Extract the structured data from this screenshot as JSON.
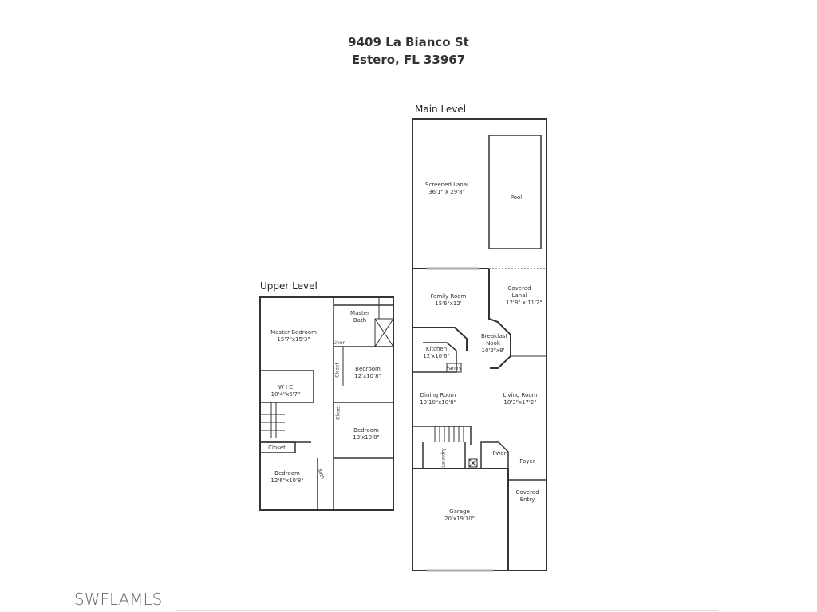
{
  "header": {
    "address_line1": "9409 La Bianco St",
    "address_line2": "Estero, FL 33967"
  },
  "main_level": {
    "label": "Main Level",
    "rooms": [
      {
        "name": "Screened Lanai",
        "size": "36'1\" x 29'8\""
      },
      {
        "name": "Pool",
        "size": ""
      },
      {
        "name": "Family Room",
        "size": "15'6\"x12'"
      },
      {
        "name": "Covered Lanai",
        "size": "12'8\" x 11'2\""
      },
      {
        "name": "Breakfast Nook",
        "size": "10'2\"x8'"
      },
      {
        "name": "Kitchen",
        "size": "12'x10'6\""
      },
      {
        "name": "Pantry",
        "size": ""
      },
      {
        "name": "Dining Room",
        "size": "10'10\"x10'8\""
      },
      {
        "name": "Living Room",
        "size": "18'3\"x17'2\""
      },
      {
        "name": "Laundry",
        "size": ""
      },
      {
        "name": "Pwdr",
        "size": ""
      },
      {
        "name": "Foyer",
        "size": ""
      },
      {
        "name": "Covered Entry",
        "size": ""
      },
      {
        "name": "Garage",
        "size": "20'x19'10\""
      }
    ]
  },
  "upper_level": {
    "label": "Upper Level",
    "rooms": [
      {
        "name": "Master Bedroom",
        "size": "15'7\"x15'3\""
      },
      {
        "name": "Master Bath",
        "size": ""
      },
      {
        "name": "Linen",
        "size": ""
      },
      {
        "name": "Closet",
        "size": ""
      },
      {
        "name": "Bedroom",
        "size": "12'x10'8\""
      },
      {
        "name": "W I C",
        "size": "10'4\"x6'7\""
      },
      {
        "name": "Closet",
        "size": ""
      },
      {
        "name": "Bedroom",
        "size": "13'x10'8\""
      },
      {
        "name": "Closet",
        "size": ""
      },
      {
        "name": "Bedroom",
        "size": "12'6\"x10'8\""
      },
      {
        "name": "Bath",
        "size": ""
      }
    ]
  },
  "watermark": "SWFLAMLS"
}
